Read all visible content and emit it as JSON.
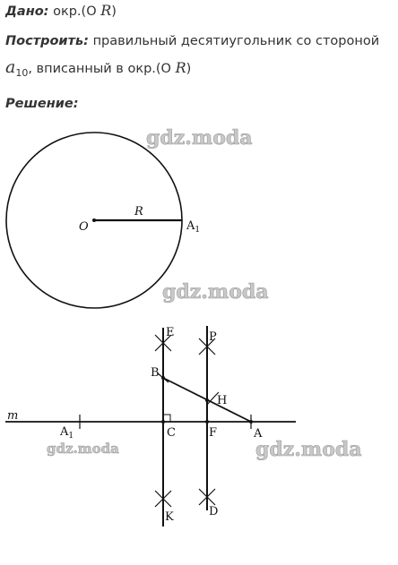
{
  "given": {
    "label": "Дано:",
    "text": "окр.(O",
    "var": "R",
    "close": ")"
  },
  "construct": {
    "label": "Построить:",
    "text1": "правильный десятиугольник со стороной",
    "a": "a",
    "a_sub": "10",
    "text2": ", вписанный в окр.(O",
    "var": "R",
    "close": ")"
  },
  "solution_label": "Решение:",
  "watermark": "gdz.moda",
  "figure1": {
    "center": "O",
    "radius": "R",
    "point": "A",
    "point_sub": "1"
  },
  "figure2": {
    "line_name": "m",
    "points": {
      "E": "E",
      "P": "P",
      "B": "B",
      "H": "H",
      "C": "C",
      "F": "F",
      "A": "A",
      "A1": "A",
      "A1_sub": "1",
      "K": "K",
      "D": "D"
    }
  }
}
